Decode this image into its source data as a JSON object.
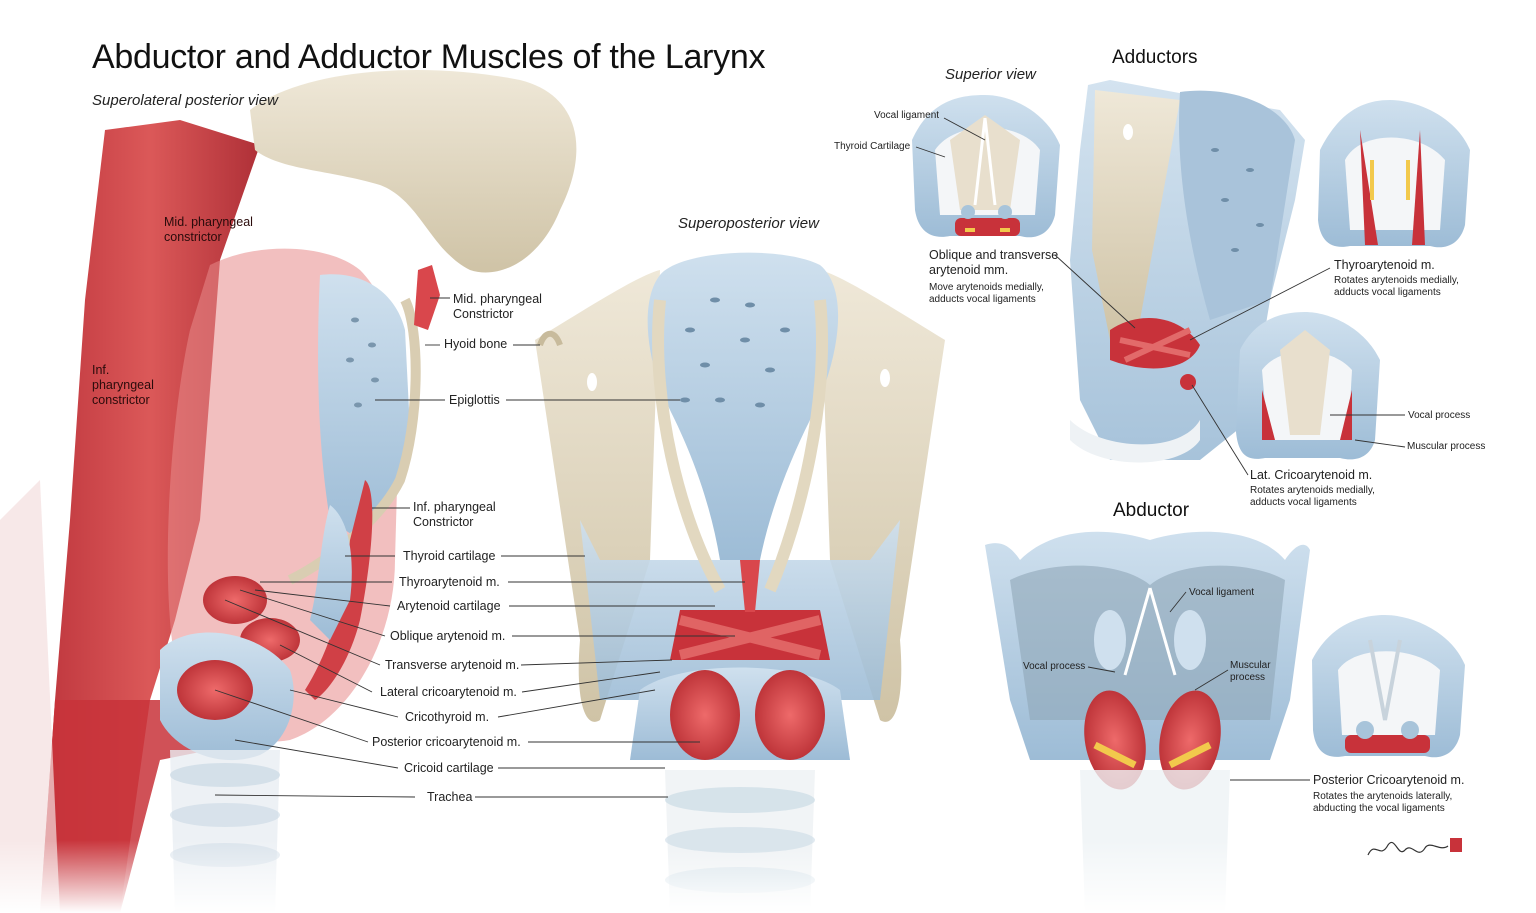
{
  "title": "Abductor and Adductor Muscles of the Larynx",
  "views": {
    "superolateral": "Superolateral posterior view",
    "superoposterior": "Superoposterior view",
    "superior": "Superior view"
  },
  "sections": {
    "adductors": "Adductors",
    "abductor": "Abductor"
  },
  "left_labels": {
    "mid_pharyngeal": "Mid. pharyngeal constrictor",
    "inf_pharyngeal": "Inf. pharyngeal constrictor",
    "mid_pharyngeal_cap": "Mid. pharyngeal Constrictor",
    "hyoid_bone": "Hyoid bone",
    "epiglottis": "Epiglottis",
    "inf_pharyngeal_cap": "Inf. pharyngeal Constrictor",
    "thyroid_cartilage": "Thyroid cartilage",
    "thyroarytenoid": "Thyroarytenoid m.",
    "arytenoid_cartilage": "Arytenoid cartilage",
    "oblique_arytenoid": "Oblique arytenoid m.",
    "transverse_arytenoid": "Transverse arytenoid m.",
    "lateral_cricoarytenoid": "Lateral cricoarytenoid m.",
    "cricothyroid": "Cricothyroid m.",
    "posterior_cricoarytenoid": "Posterior cricoarytenoid m.",
    "cricoid_cartilage": "Cricoid cartilage",
    "trachea": "Trachea"
  },
  "superior_labels": {
    "vocal_ligament": "Vocal ligament",
    "thyroid_cartilage": "Thyroid Cartilage",
    "oblique_title": "Oblique and transverse arytenoid mm.",
    "oblique_desc": "Move arytenoids medially, adducts vocal ligaments"
  },
  "adductor_labels": {
    "thyroarytenoid_title": "Thyroarytenoid m.",
    "thyroarytenoid_desc": "Rotates arytenoids medially, adducts vocal ligaments",
    "vocal_process": "Vocal process",
    "muscular_process": "Muscular process",
    "lat_crico_title": "Lat. Cricoarytenoid m.",
    "lat_crico_desc": "Rotates arytenoids medially, adducts vocal ligaments"
  },
  "abductor_labels": {
    "vocal_ligament": "Vocal ligament",
    "vocal_process": "Vocal process",
    "muscular_process": "Muscular process",
    "post_crico_title": "Posterior Cricoarytenoid m.",
    "post_crico_desc": "Rotates the arytenoids laterally, abducting the vocal ligaments"
  },
  "colors": {
    "muscle": "#c8323a",
    "muscle_light": "#e06a6a",
    "cartilage": "#bcd3e6",
    "cartilage_dark": "#8fb0cc",
    "bone": "#e6ddcb",
    "arrow_yellow": "#f2c94c"
  }
}
